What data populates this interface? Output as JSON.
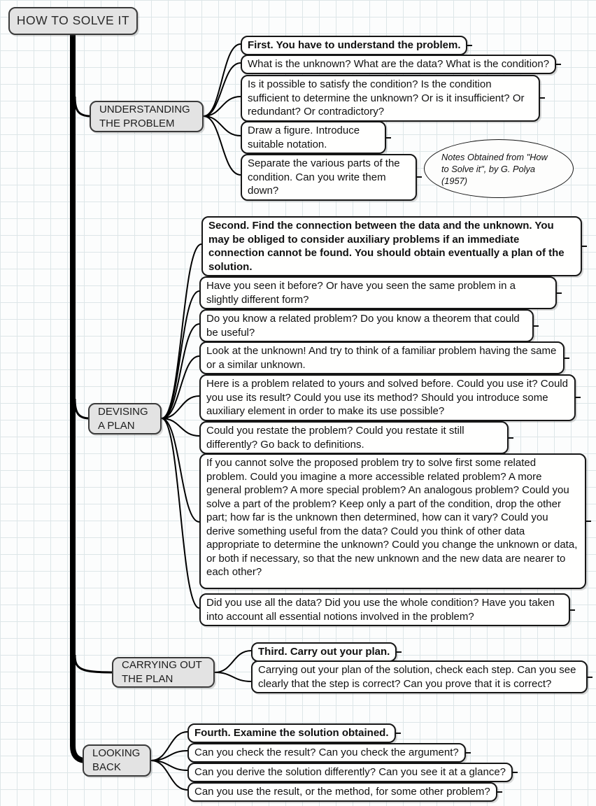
{
  "root": {
    "label": "HOW TO SOLVE IT"
  },
  "note": {
    "text": "Notes Obtained from \"How to Solve it\", by G. Polya (1957)"
  },
  "branches": [
    {
      "label": "UNDERSTANDING\nTHE PROBLEM",
      "children": [
        {
          "text": "First. You have to understand the problem."
        },
        {
          "text": "What is the unknown? What are the data? What is the condition?"
        },
        {
          "text": "Is it possible to satisfy the condition? Is the condition sufficient to determine the unknown? Or is it insufficient? Or redundant? Or contradictory?"
        },
        {
          "text": "Draw a figure. Introduce suitable notation."
        },
        {
          "text": "Separate the various parts of the condition. Can you write them down?"
        }
      ]
    },
    {
      "label": "DEVISING\nA PLAN",
      "children": [
        {
          "text": "Second. Find the connection between the data and the unknown. You may be obliged to consider auxiliary problems if an immediate connection cannot be found. You should obtain eventually a plan of the solution."
        },
        {
          "text": "Have you seen it before? Or have you seen the same problem in a slightly different form?"
        },
        {
          "text": "Do you know a related problem? Do you know a theorem that could be useful?"
        },
        {
          "text": "Look at the unknown! And try to think of a familiar problem having the same or a similar unknown."
        },
        {
          "text": "Here is a problem related to yours and solved before. Could you use it? Could you use its result? Could you use its method? Should you introduce some auxiliary element in order to make its use possible?"
        },
        {
          "text": "Could you restate the problem? Could you restate it still differently? Go back to definitions."
        },
        {
          "text": "If you cannot solve the proposed problem try to solve first some related problem. Could you imagine a more accessible related problem? A more general problem? A more special problem? An analogous problem? Could you solve a part of the problem? Keep only a part of the condition, drop the other part; how far is the unknown then determined, how can it vary? Could you derive something useful from the data? Could you think of other data appropriate to determine the unknown? Could you change the unknown or data, or both if necessary, so that the new unknown and the new data are nearer to each other?"
        },
        {
          "text": "Did you use all the data? Did you use the whole condition? Have you taken into account all essential notions involved in the problem?"
        }
      ]
    },
    {
      "label": "CARRYING OUT\nTHE PLAN",
      "children": [
        {
          "text": "Third. Carry out your plan."
        },
        {
          "text": "Carrying out your plan of the solution, check each step. Can you see clearly that the step is correct? Can you prove that it is correct?"
        }
      ]
    },
    {
      "label": "LOOKING\nBACK",
      "children": [
        {
          "text": "Fourth. Examine the solution obtained."
        },
        {
          "text": "Can you check the result? Can you check the argument?"
        },
        {
          "text": "Can you derive the solution differently? Can you see it at a glance?"
        },
        {
          "text": "Can you use the result, or the method, for some other problem?"
        }
      ]
    }
  ],
  "colors": {
    "node_fill": "#e3e3e3",
    "node_border": "#3a3a3a",
    "child_fill": "#ffffff",
    "line": "#000000",
    "grid": "#dde6e8"
  }
}
